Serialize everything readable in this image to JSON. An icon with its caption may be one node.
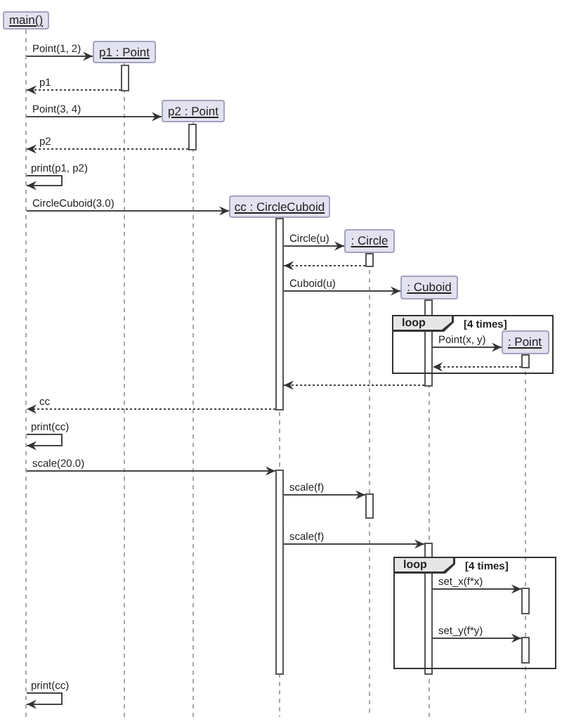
{
  "diagram": {
    "nodes": [
      {
        "text": [
          "main()"
        ]
      },
      {
        "text": [],
        "shape": "line"
      },
      {
        "text": [
          "p1 : Point"
        ]
      },
      {
        "text": [],
        "shape": "bar"
      },
      {
        "text": [
          "p2 : Point"
        ]
      },
      {
        "text": [],
        "shape": "bar"
      },
      {
        "text": [
          "cc : CircleCuboid"
        ]
      },
      {
        "text": [],
        "shape": "bar"
      },
      {
        "text": [
          ": Circle"
        ]
      },
      {
        "text": [],
        "shape": "bar"
      },
      {
        "text": [
          ": Cuboid"
        ]
      },
      {
        "text": [],
        "shape": "bar"
      },
      {
        "text": [
          "loop",
          "[4 times]"
        ]
      },
      {
        "text": [
          ": Point"
        ],
        "in": 12
      },
      {
        "text": [],
        "shape": "bar",
        "in": 12
      },
      {
        "text": [],
        "shape": "bar"
      },
      {
        "text": [],
        "shape": "bar"
      },
      {
        "text": [],
        "shape": "bar"
      },
      {
        "text": [
          "loop",
          "[4 times]"
        ]
      },
      {
        "text": [],
        "shape": "bar",
        "in": 18
      },
      {
        "text": [],
        "shape": "bar",
        "in": 18
      }
    ],
    "edges": [
      {
        "from": 1,
        "to": 2,
        "arrow": "to",
        "label": "Point(1, 2)"
      },
      {
        "from": 3,
        "to": 1,
        "arrow": "to",
        "label": "p1",
        "style": "dashed"
      },
      {
        "from": 1,
        "to": 4,
        "arrow": "to",
        "label": "Point(3, 4)"
      },
      {
        "from": 5,
        "to": 1,
        "arrow": "to",
        "label": "p2",
        "style": "dashed"
      },
      {
        "from": 1,
        "to": 1,
        "arrow": "to",
        "label": "print(p1, p2)"
      },
      {
        "from": 1,
        "to": 6,
        "arrow": "to",
        "label": "CircleCuboid(3.0)"
      },
      {
        "from": 7,
        "to": 8,
        "arrow": "to",
        "label": "Circle(u)"
      },
      {
        "from": 9,
        "to": 7,
        "arrow": "to",
        "style": "dashed"
      },
      {
        "from": 7,
        "to": 10,
        "arrow": "to",
        "label": "Cuboid(u)"
      },
      {
        "from": 11,
        "to": 13,
        "arrow": "to",
        "label": "Point(x, y)"
      },
      {
        "from": 14,
        "to": 11,
        "arrow": "to",
        "style": "dashed"
      },
      {
        "from": 11,
        "to": 7,
        "arrow": "to",
        "style": "dashed"
      },
      {
        "from": 7,
        "to": 1,
        "arrow": "to",
        "label": "cc",
        "style": "dashed"
      },
      {
        "from": 1,
        "to": 1,
        "arrow": "to",
        "label": "print(cc)"
      },
      {
        "from": 1,
        "to": 15,
        "arrow": "to",
        "label": "scale(20.0)"
      },
      {
        "from": 15,
        "to": 16,
        "arrow": "to",
        "label": "scale(f)"
      },
      {
        "from": 15,
        "to": 17,
        "arrow": "to",
        "label": "scale(f)"
      },
      {
        "from": 17,
        "to": 19,
        "arrow": "to",
        "label": "set_x(f*x)"
      },
      {
        "from": 17,
        "to": 20,
        "arrow": "to",
        "label": "set_y(f*y)"
      },
      {
        "from": 1,
        "to": 1,
        "arrow": "to",
        "label": "print(cc)"
      }
    ]
  }
}
